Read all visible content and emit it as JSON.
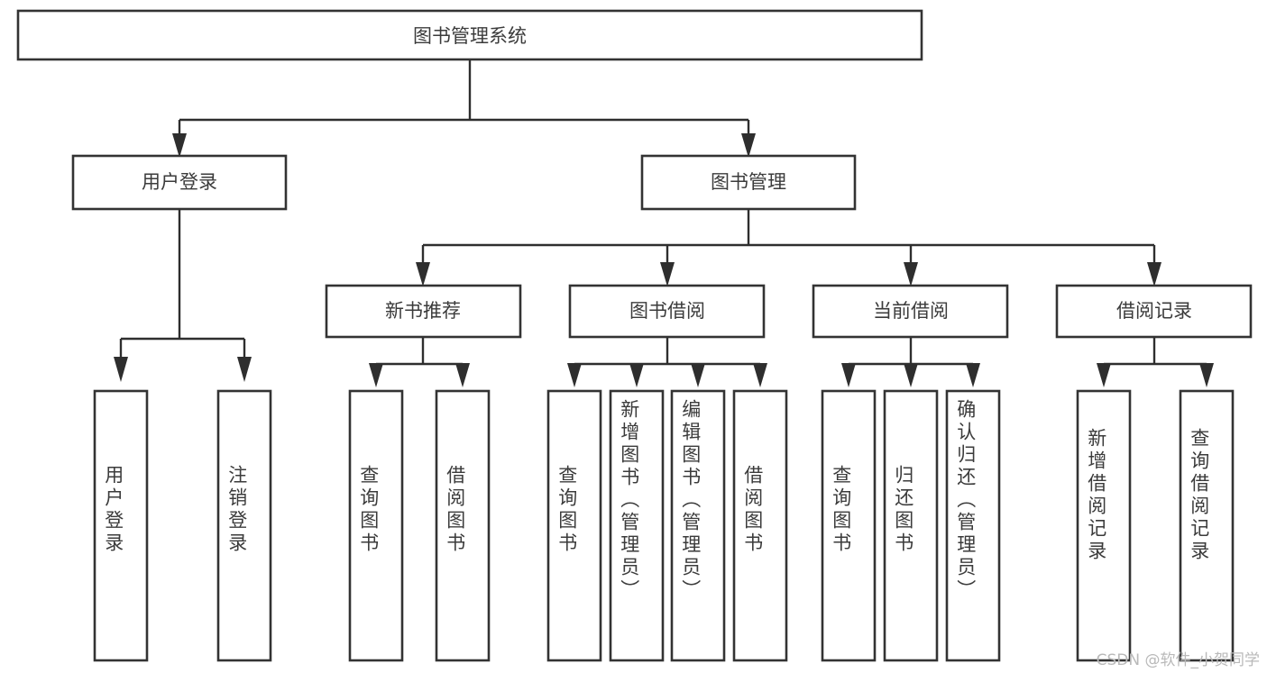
{
  "diagram": {
    "title": "图书管理系统",
    "type": "tree-hierarchy-diagram",
    "colors": {
      "box_stroke": "#333333",
      "box_fill": "#ffffff",
      "connector": "#2e2e2e",
      "text": "#3b3b3b",
      "background": "#ffffff",
      "watermark": "#b9b9b9"
    },
    "levels": {
      "root": {
        "label": "图书管理系统"
      },
      "level2": [
        {
          "label": "用户登录"
        },
        {
          "label": "图书管理"
        }
      ],
      "level3": [
        {
          "label": "新书推荐"
        },
        {
          "label": "图书借阅"
        },
        {
          "label": "当前借阅"
        },
        {
          "label": "借阅记录"
        }
      ],
      "leaves": {
        "user_login": [
          {
            "label": "用户登录"
          },
          {
            "label": "注销登录"
          }
        ],
        "new_book_recommend": [
          {
            "label": "查询图书"
          },
          {
            "label": "借阅图书"
          }
        ],
        "book_borrow": [
          {
            "label": "查询图书"
          },
          {
            "label": "新增图书（管理员）"
          },
          {
            "label": "编辑图书（管理员）"
          },
          {
            "label": "借阅图书"
          }
        ],
        "current_borrow": [
          {
            "label": "查询图书"
          },
          {
            "label": "归还图书"
          },
          {
            "label": "确认归还（管理员）"
          }
        ],
        "borrow_record": [
          {
            "label": "新增借阅记录"
          },
          {
            "label": "查询借阅记录"
          }
        ]
      }
    },
    "watermark": "CSDN @软件_小贺同学"
  }
}
